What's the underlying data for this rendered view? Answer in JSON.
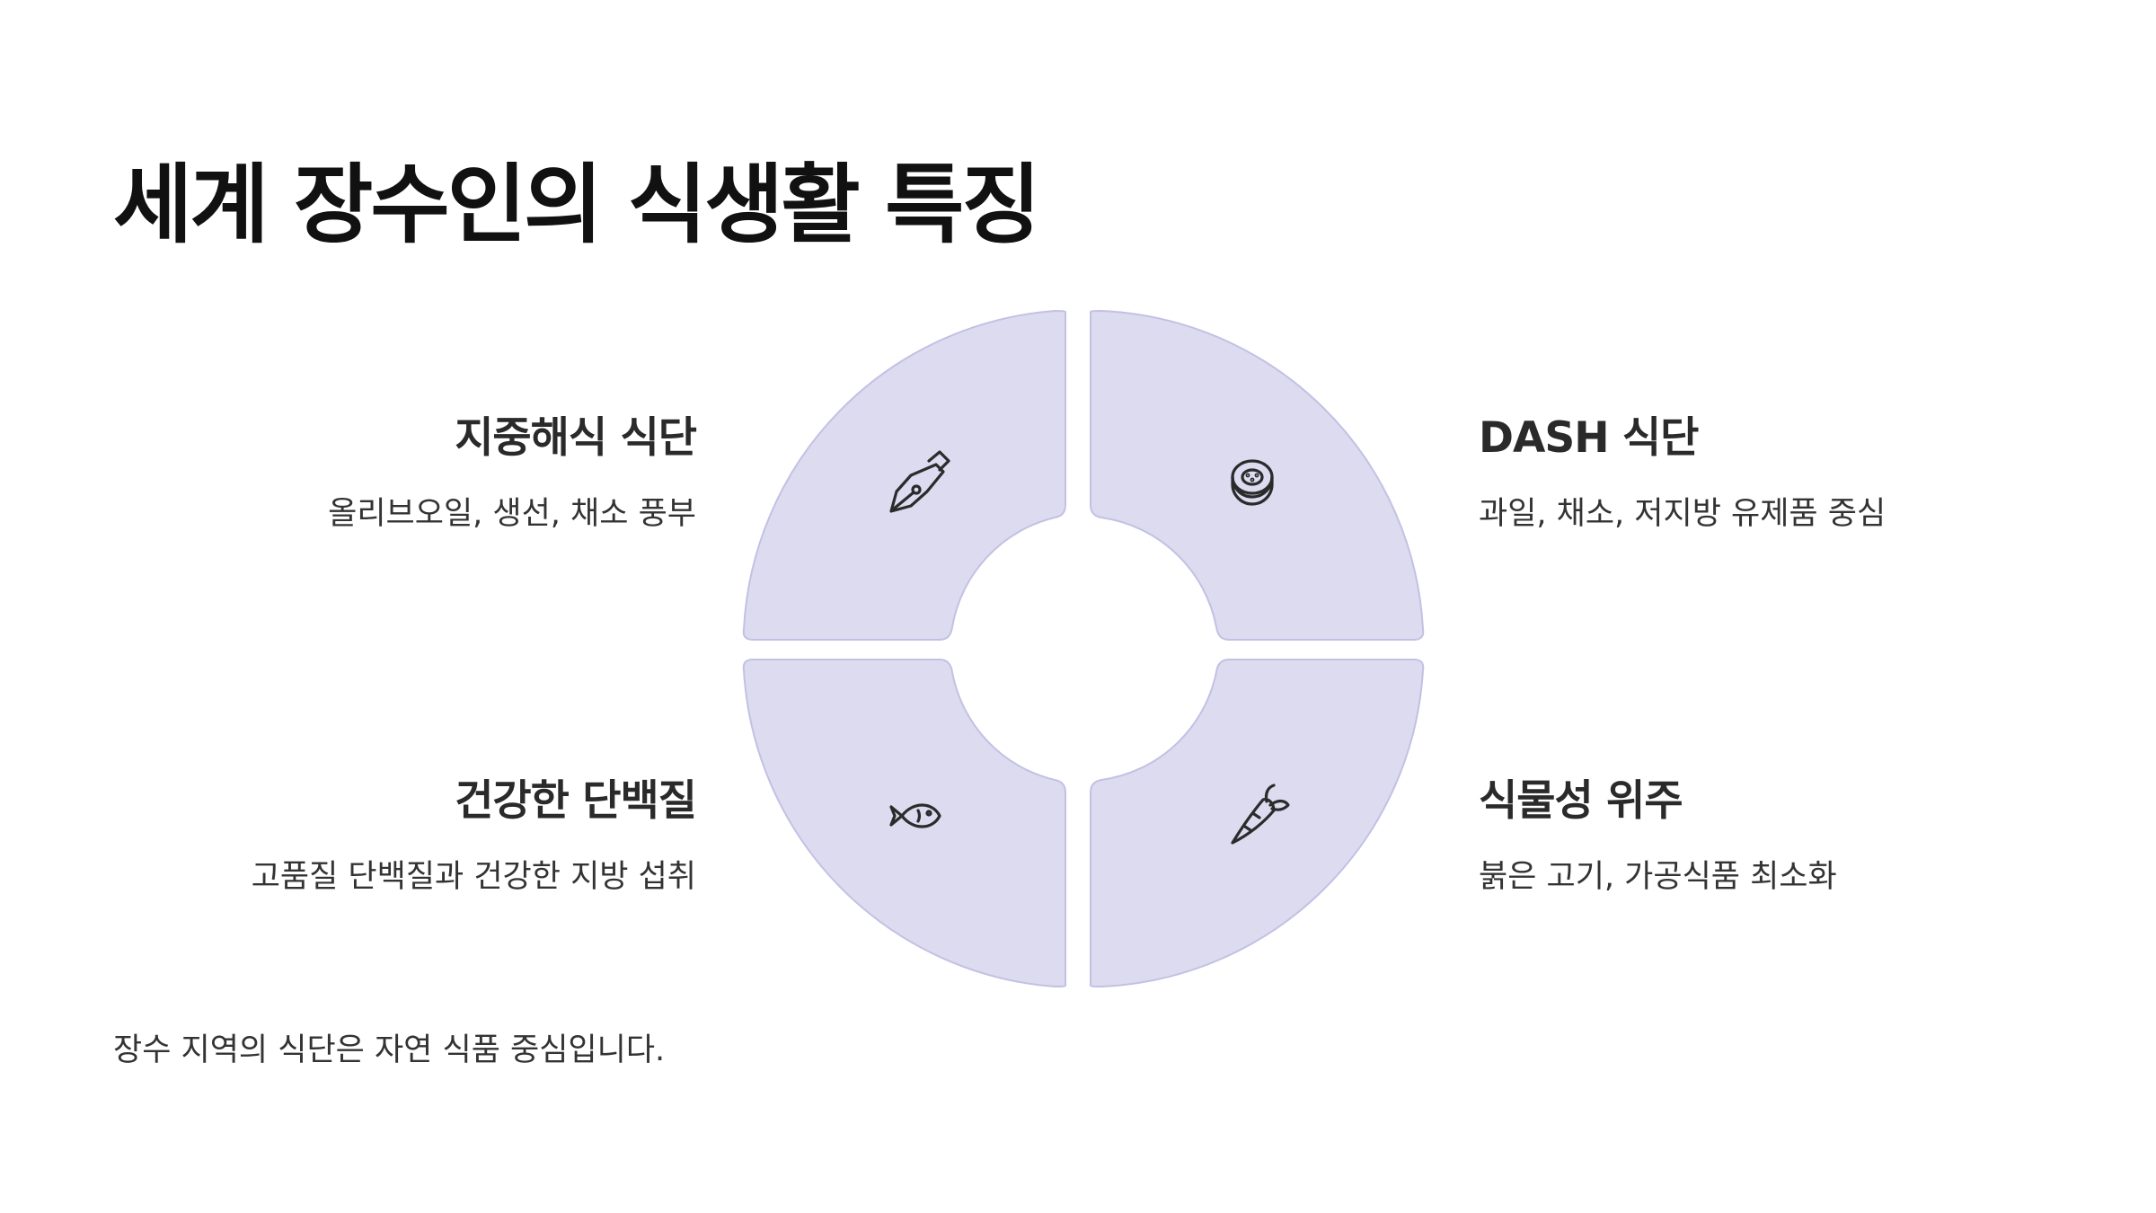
{
  "title": "세계 장수인의 식생활 특징",
  "quadrants": {
    "top_left": {
      "heading": "지중해식 식단",
      "description": "올리브오일, 생선, 채소 풍부",
      "icon": "pen-nib-icon"
    },
    "top_right": {
      "heading": "DASH 식단",
      "description": "과일, 채소, 저지방 유제품 중심",
      "icon": "kiwi-fruit-icon"
    },
    "bottom_left": {
      "heading": "건강한 단백질",
      "description": "고품질 단백질과 건강한 지방 섭취",
      "icon": "fish-icon"
    },
    "bottom_right": {
      "heading": "식물성 위주",
      "description": "붉은 고기, 가공식품 최소화",
      "icon": "carrot-icon"
    }
  },
  "footnote": "장수 지역의 식단은 자연 식품 중심입니다.",
  "colors": {
    "segment_fill": "#dcdbf0",
    "segment_stroke": "#c3c1e3",
    "icon": "#2b2b2b",
    "title": "#111111"
  }
}
